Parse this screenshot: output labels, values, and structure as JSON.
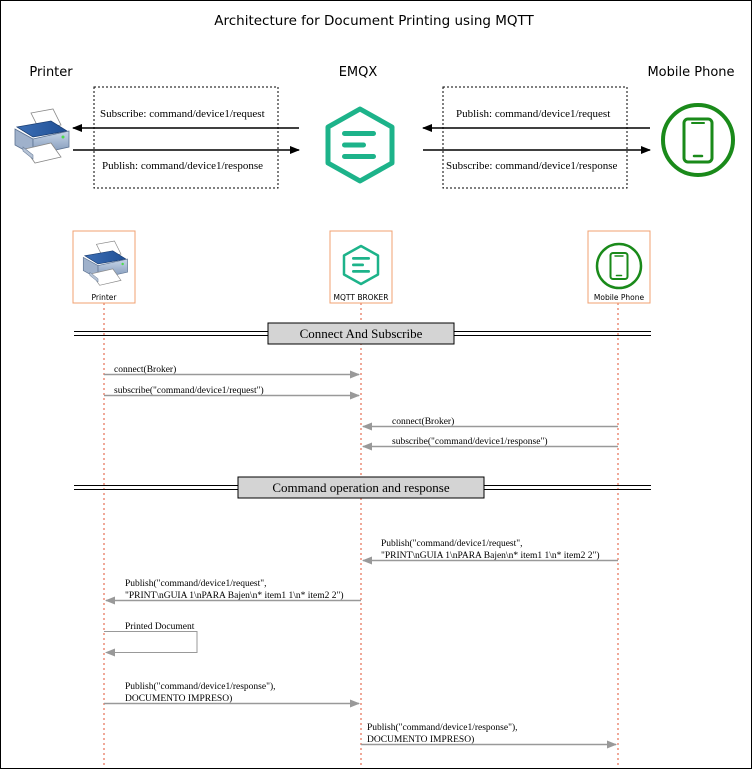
{
  "title": "Architecture for Document Printing using MQTT",
  "architecture": {
    "printer_label": "Printer",
    "broker_label": "EMQX",
    "phone_label": "Mobile Phone",
    "left_box": {
      "subscribe": "Subscribe: command/device1/request",
      "publish": "Publish: command/device1/response"
    },
    "right_box": {
      "publish": "Publish: command/device1/request",
      "subscribe": "Subscribe: command/device1/response"
    }
  },
  "participants": {
    "printer": "Printer",
    "broker": "MQTT BROKER",
    "phone": "Mobile Phone"
  },
  "sections": {
    "connect": "Connect And Subscribe",
    "command": "Command operation and response"
  },
  "messages": {
    "printer_connect": "connect(Broker)",
    "printer_subscribe": "subscribe(\"command/device1/request\")",
    "phone_connect": "connect(Broker)",
    "phone_subscribe": "subscribe(\"command/device1/response\")",
    "phone_publish_line1": "Publish(\"command/device1/request\",",
    "phone_publish_line2": "\"PRINT\\nGUIA 1\\nPARA Bajen\\n* item1 1\\n* item2 2\")",
    "broker_forward_line1": "Publish(\"command/device1/request\",",
    "broker_forward_line2": "\"PRINT\\nGUIA 1\\nPARA Bajen\\n* item1 1\\n* item2 2\")",
    "printed_document": "Printed Document",
    "printer_response_line1": "Publish(\"command/device1/response\"),",
    "printer_response_line2": "DOCUMENTO IMPRESO)",
    "broker_response_line1": "Publish(\"command/device1/response\"),",
    "broker_response_line2": "DOCUMENTO IMPRESO)"
  },
  "colors": {
    "emqx_green": "#1db38a",
    "phone_green": "#1a8a1a",
    "participant_border": "#f0a070",
    "lifeline": "#e05030",
    "message_arrow": "#999999",
    "section_fill": "#d4d4d4"
  },
  "icons": {
    "printer": "printer-icon",
    "broker": "emqx-hexagon-icon",
    "phone": "smartphone-icon"
  }
}
